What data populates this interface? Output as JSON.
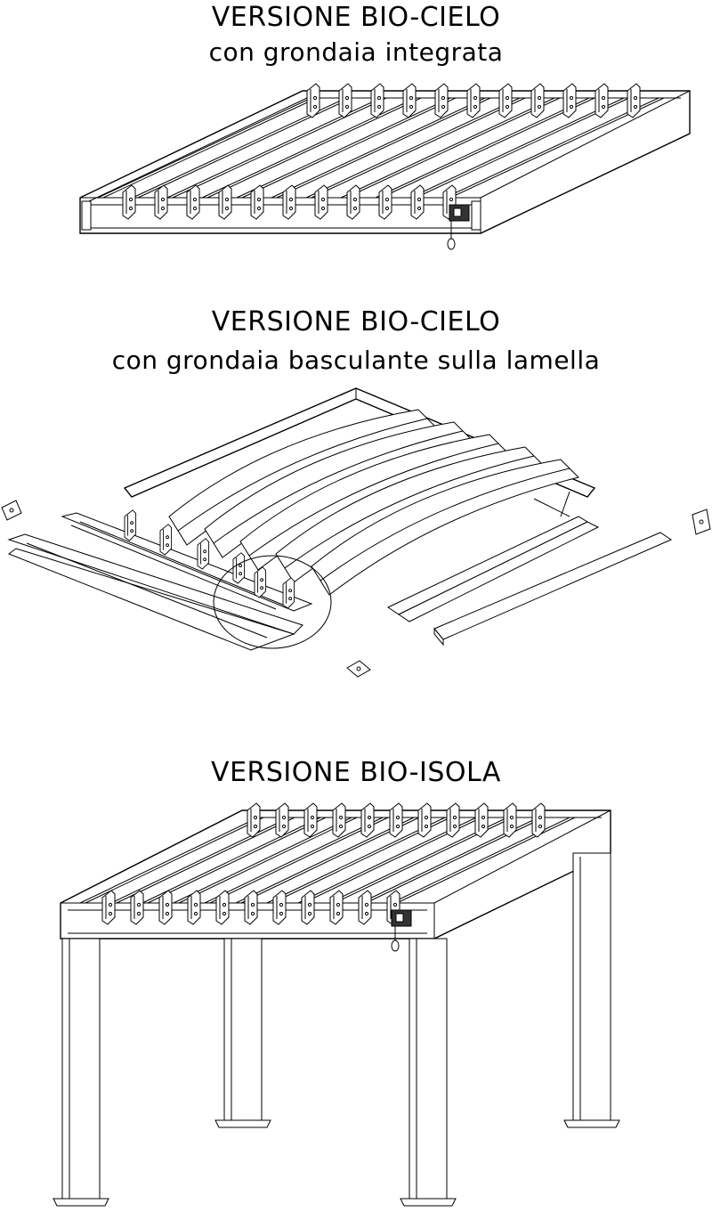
{
  "sections": [
    {
      "id": "bio-cielo-integrata",
      "title": "VERSIONE  BIO-CIELO",
      "subtitle": "con grondaia integrata"
    },
    {
      "id": "bio-cielo-basculante",
      "title": "VERSIONE  BIO-CIELO",
      "subtitle": "con grondaia basculante sulla lamella"
    },
    {
      "id": "bio-isola",
      "title": "VERSIONE  BIO-ISOLA",
      "subtitle": ""
    }
  ],
  "drawing": {
    "line_color": "#000000",
    "background": "#ffffff",
    "brackets_top_row": 11,
    "brackets_front_row": 11,
    "lamellae_exploded": 5
  }
}
